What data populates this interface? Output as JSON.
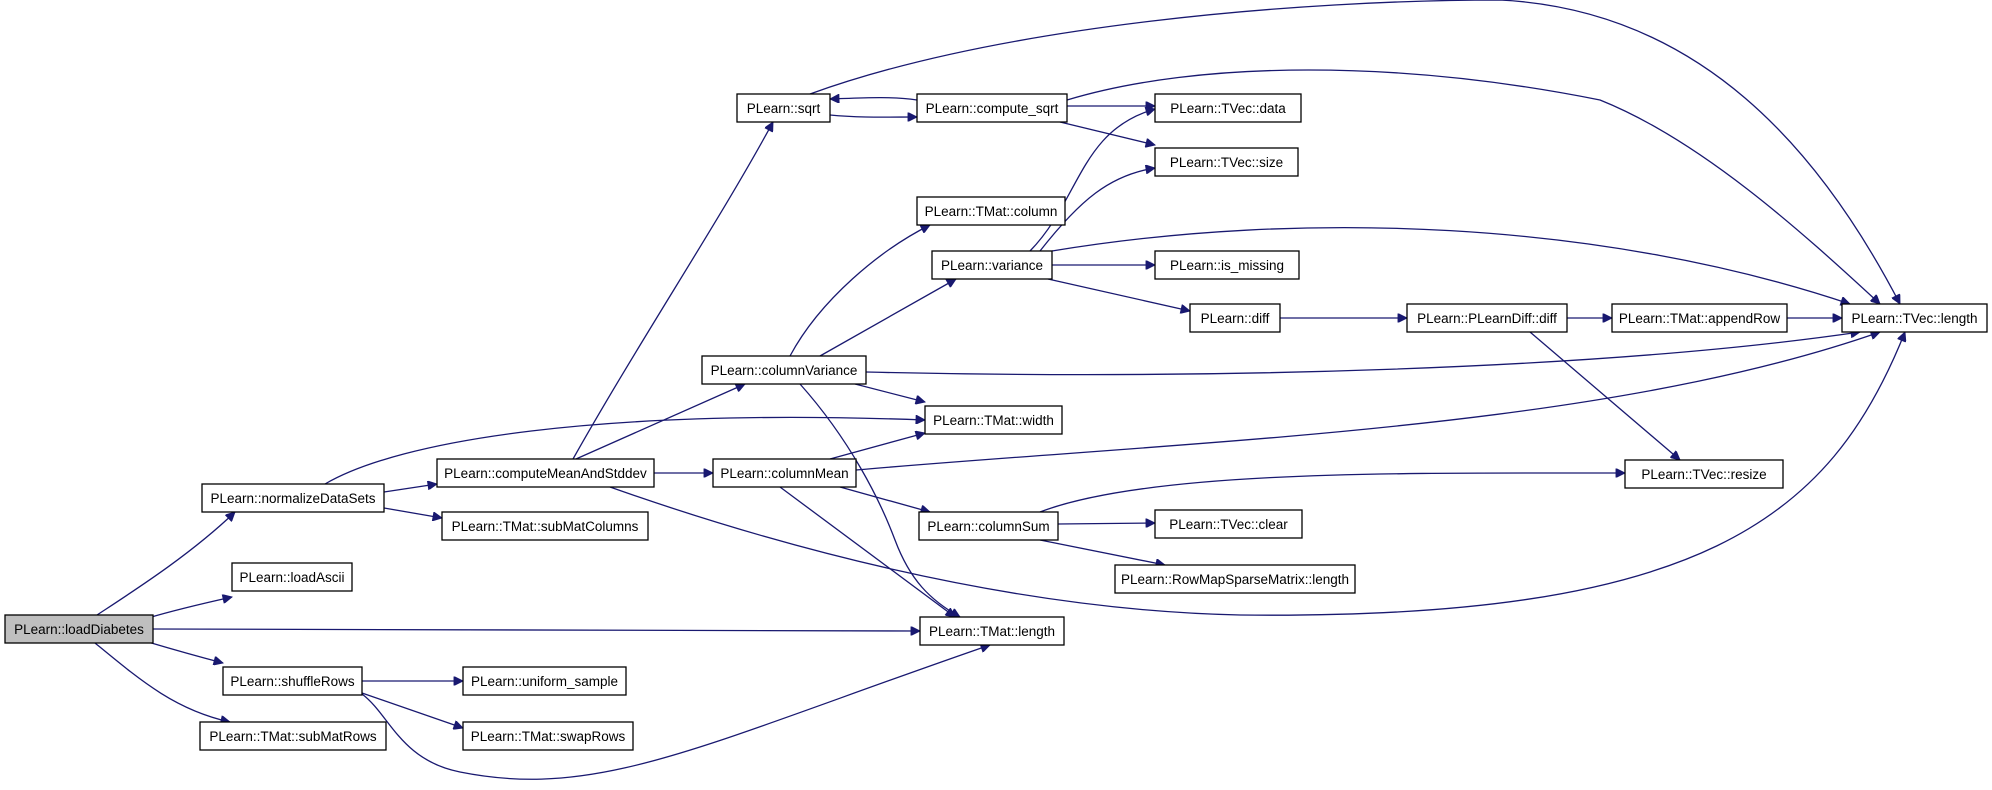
{
  "diagram": {
    "type": "call-graph",
    "colors": {
      "edge": "#191970",
      "node_fill": "#ffffff",
      "root_fill": "#bfbfbf",
      "node_border": "#000000",
      "text": "#000000"
    },
    "nodes": [
      {
        "id": "loadDiabetes",
        "label": "PLearn::loadDiabetes",
        "root": true
      },
      {
        "id": "normalizeDataSets",
        "label": "PLearn::normalizeDataSets"
      },
      {
        "id": "loadAscii",
        "label": "PLearn::loadAscii"
      },
      {
        "id": "shuffleRows",
        "label": "PLearn::shuffleRows"
      },
      {
        "id": "subMatRows",
        "label": "PLearn::TMat::subMatRows"
      },
      {
        "id": "computeMeanAndStddev",
        "label": "PLearn::computeMeanAndStddev"
      },
      {
        "id": "subMatColumns",
        "label": "PLearn::TMat::subMatColumns"
      },
      {
        "id": "uniform_sample",
        "label": "PLearn::uniform_sample"
      },
      {
        "id": "swapRows",
        "label": "PLearn::TMat::swapRows"
      },
      {
        "id": "sqrt",
        "label": "PLearn::sqrt"
      },
      {
        "id": "columnVariance",
        "label": "PLearn::columnVariance"
      },
      {
        "id": "columnMean",
        "label": "PLearn::columnMean"
      },
      {
        "id": "compute_sqrt",
        "label": "PLearn::compute_sqrt"
      },
      {
        "id": "tmat_column",
        "label": "PLearn::TMat::column"
      },
      {
        "id": "variance",
        "label": "PLearn::variance"
      },
      {
        "id": "tmat_width",
        "label": "PLearn::TMat::width"
      },
      {
        "id": "columnSum",
        "label": "PLearn::columnSum"
      },
      {
        "id": "tmat_length",
        "label": "PLearn::TMat::length"
      },
      {
        "id": "tvec_data",
        "label": "PLearn::TVec::data"
      },
      {
        "id": "tvec_size",
        "label": "PLearn::TVec::size"
      },
      {
        "id": "is_missing",
        "label": "PLearn::is_missing"
      },
      {
        "id": "diff",
        "label": "PLearn::diff"
      },
      {
        "id": "tvec_clear",
        "label": "PLearn::TVec::clear"
      },
      {
        "id": "rowmap_length",
        "label": "PLearn::RowMapSparseMatrix::length"
      },
      {
        "id": "plearndiff_diff",
        "label": "PLearn::PLearnDiff::diff"
      },
      {
        "id": "appendRow",
        "label": "PLearn::TMat::appendRow"
      },
      {
        "id": "tvec_resize",
        "label": "PLearn::TVec::resize"
      },
      {
        "id": "tvec_length",
        "label": "PLearn::TVec::length"
      }
    ],
    "edges": [
      {
        "from": "loadDiabetes",
        "to": "normalizeDataSets"
      },
      {
        "from": "loadDiabetes",
        "to": "loadAscii"
      },
      {
        "from": "loadDiabetes",
        "to": "tmat_length"
      },
      {
        "from": "loadDiabetes",
        "to": "shuffleRows"
      },
      {
        "from": "loadDiabetes",
        "to": "subMatRows"
      },
      {
        "from": "normalizeDataSets",
        "to": "computeMeanAndStddev"
      },
      {
        "from": "normalizeDataSets",
        "to": "subMatColumns"
      },
      {
        "from": "normalizeDataSets",
        "to": "tmat_width"
      },
      {
        "from": "shuffleRows",
        "to": "uniform_sample"
      },
      {
        "from": "shuffleRows",
        "to": "swapRows"
      },
      {
        "from": "shuffleRows",
        "to": "tmat_length"
      },
      {
        "from": "computeMeanAndStddev",
        "to": "sqrt"
      },
      {
        "from": "computeMeanAndStddev",
        "to": "columnVariance"
      },
      {
        "from": "computeMeanAndStddev",
        "to": "columnMean"
      },
      {
        "from": "computeMeanAndStddev",
        "to": "tvec_length"
      },
      {
        "from": "sqrt",
        "to": "compute_sqrt"
      },
      {
        "from": "sqrt",
        "to": "tvec_length"
      },
      {
        "from": "compute_sqrt",
        "to": "sqrt"
      },
      {
        "from": "compute_sqrt",
        "to": "tvec_data"
      },
      {
        "from": "compute_sqrt",
        "to": "tvec_size"
      },
      {
        "from": "compute_sqrt",
        "to": "tvec_length"
      },
      {
        "from": "columnVariance",
        "to": "tmat_column"
      },
      {
        "from": "columnVariance",
        "to": "variance"
      },
      {
        "from": "columnVariance",
        "to": "tmat_width"
      },
      {
        "from": "columnVariance",
        "to": "tmat_length"
      },
      {
        "from": "columnVariance",
        "to": "tvec_length"
      },
      {
        "from": "variance",
        "to": "tvec_data"
      },
      {
        "from": "variance",
        "to": "tvec_size"
      },
      {
        "from": "variance",
        "to": "is_missing"
      },
      {
        "from": "variance",
        "to": "diff"
      },
      {
        "from": "variance",
        "to": "tvec_length"
      },
      {
        "from": "diff",
        "to": "plearndiff_diff"
      },
      {
        "from": "plearndiff_diff",
        "to": "appendRow"
      },
      {
        "from": "plearndiff_diff",
        "to": "tvec_resize"
      },
      {
        "from": "appendRow",
        "to": "tvec_length"
      },
      {
        "from": "columnMean",
        "to": "tmat_width"
      },
      {
        "from": "columnMean",
        "to": "columnSum"
      },
      {
        "from": "columnMean",
        "to": "tmat_length"
      },
      {
        "from": "columnMean",
        "to": "tvec_length"
      },
      {
        "from": "columnSum",
        "to": "tvec_clear"
      },
      {
        "from": "columnSum",
        "to": "rowmap_length"
      },
      {
        "from": "columnSum",
        "to": "tvec_resize"
      }
    ]
  }
}
